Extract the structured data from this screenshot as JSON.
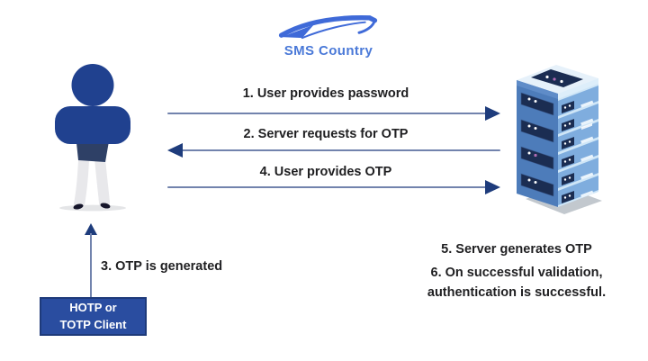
{
  "brand": {
    "name": "SMS Country",
    "color": "#4a79d8"
  },
  "icons": {
    "logo_mark": "paper-plane-swoosh-icon",
    "user": "user-figure-icon",
    "server": "server-tower-icon"
  },
  "flow": {
    "messages": [
      {
        "label": "1. User provides password",
        "from": "user",
        "to": "server",
        "direction": "right"
      },
      {
        "label": "2. Server requests for OTP",
        "from": "server",
        "to": "user",
        "direction": "left"
      },
      {
        "label": "4. User provides OTP",
        "from": "user",
        "to": "server",
        "direction": "right"
      }
    ],
    "otp_generation": {
      "label": "3. OTP is generated",
      "direction": "up"
    },
    "server_notes": [
      "5. Server generates OTP",
      "6. On successful validation,",
      "authentication is successful."
    ]
  },
  "client_box": {
    "line1": "HOTP or",
    "line2": "TOTP Client"
  },
  "colors": {
    "brand_blue": "#4a79d8",
    "logo_swoosh": "#3f6ad8",
    "figure_blue": "#20418f",
    "arrow_shaft": "#7283ad",
    "arrow_head": "#1e3c7c",
    "box_fill": "#2a4da0",
    "box_border": "#1e3a7a",
    "server_left_face": "#4d7cba",
    "server_right_face": "#a9cdec",
    "server_panel_dark": "#1b2d52",
    "text": "#1f1f21"
  }
}
